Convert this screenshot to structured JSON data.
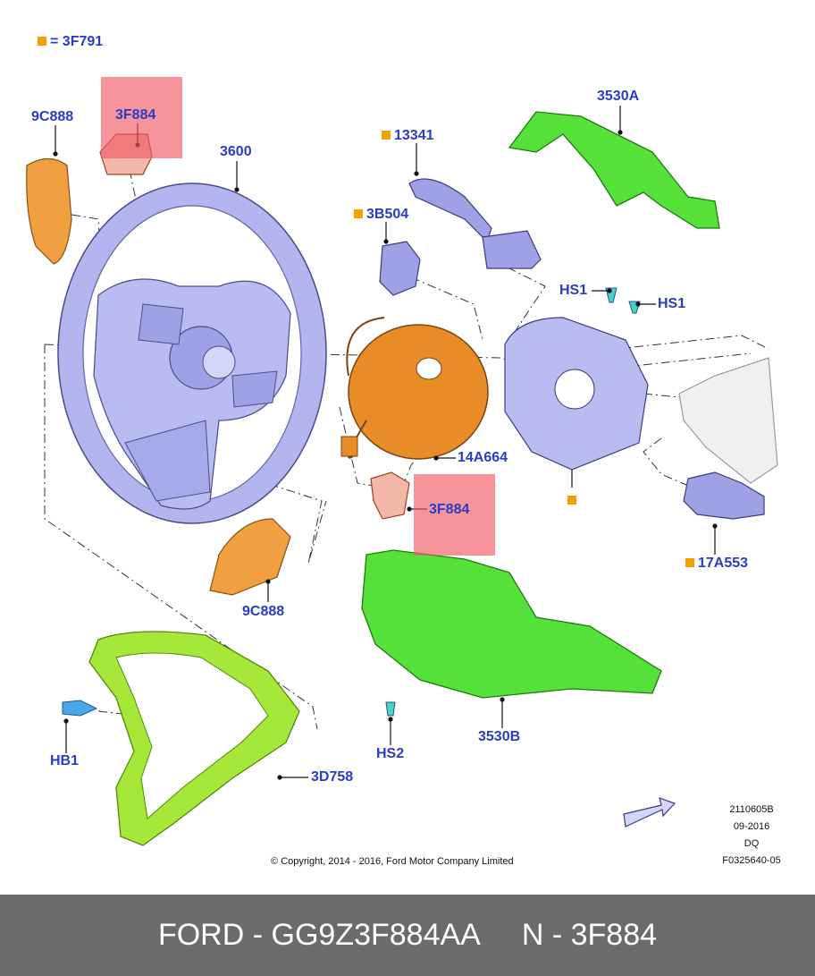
{
  "legend": {
    "symbol_text": "= 3F791",
    "symbol_color": "#f5a000"
  },
  "labels": {
    "l_9c888_top": "9C888",
    "l_3f884_top": "3F884",
    "l_3600": "3600",
    "l_13341": "13341",
    "l_3530a": "3530A",
    "l_3b504": "3B504",
    "l_hs1_a": "HS1",
    "l_hs1_b": "HS1",
    "l_14a664": "14A664",
    "l_3f884_mid": "3F884",
    "l_17a553": "17A553",
    "l_9c888_bot": "9C888",
    "l_hb1": "HB1",
    "l_hs2": "HS2",
    "l_3530b": "3530B",
    "l_3d758": "3D758"
  },
  "meta": {
    "line1": "2110605B",
    "line2": "09-2016",
    "line3": "DQ",
    "line4": "F0325640-05"
  },
  "copyright": "© Copyright, 2014 - 2016, Ford Motor Company Limited",
  "footer": {
    "part": "FORD - GG9Z3F884AA",
    "code": "N - 3F884"
  },
  "colors": {
    "label": "#2b3cc4",
    "highlight": "#f05a64",
    "footer_bg": "#6b6b6b",
    "wheel": "#b3b6ee",
    "green_cover": "#55e03a",
    "orange_part": "#f0a040",
    "bezel": "#a6e83a"
  }
}
